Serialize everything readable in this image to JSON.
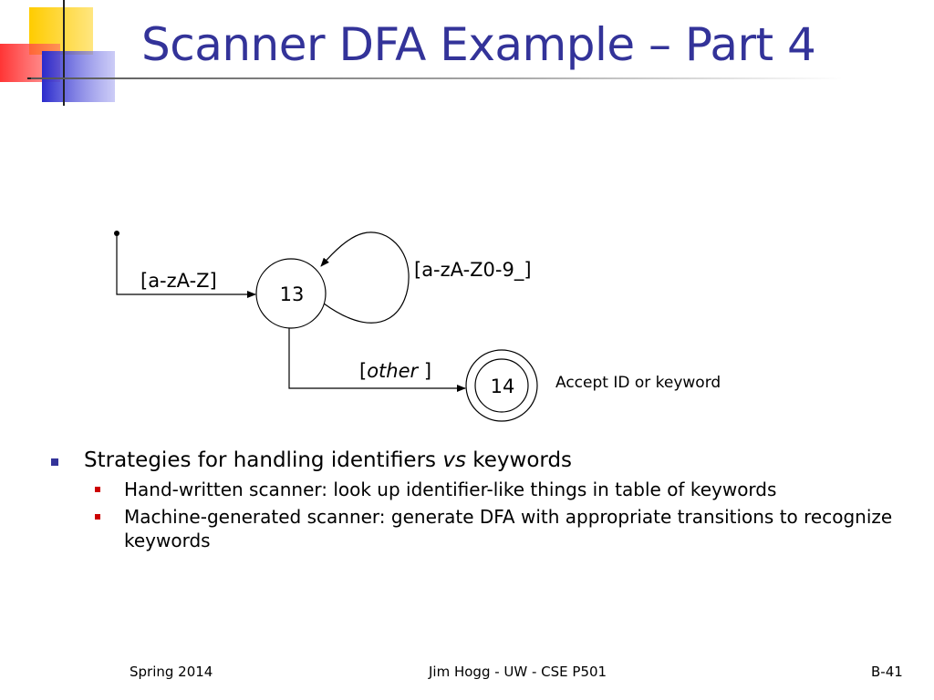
{
  "title": "Scanner DFA Example – Part 4",
  "colors": {
    "title": "#333399",
    "level1_bullet": "#333399",
    "level2_bullet": "#cc0000",
    "logo_yellow": "#ffcc00",
    "logo_blue": "#3333cc",
    "logo_red": "#ff3333"
  },
  "diagram": {
    "states": [
      {
        "id": "13",
        "label": "13",
        "accepting": false
      },
      {
        "id": "14",
        "label": "14",
        "accepting": true
      }
    ],
    "transitions": [
      {
        "from": "start",
        "to": "13",
        "label": "[a-zA-Z]"
      },
      {
        "from": "13",
        "to": "13",
        "label": "[a-zA-Z0-9_]"
      },
      {
        "from": "13",
        "to": "14",
        "label_prefix": "[",
        "label_italic": "other",
        "label_suffix": " ]"
      }
    ],
    "accept_note": "Accept ID or keyword"
  },
  "bullets": {
    "main_text_before": "Strategies for handling identifiers ",
    "main_italic": "vs",
    "main_text_after": " keywords",
    "sub": [
      "Hand-written scanner: look up identifier-like things in table of keywords",
      "Machine-generated scanner: generate DFA with appropriate transitions to recognize keywords"
    ]
  },
  "footer": {
    "left": "Spring 2014",
    "center": "Jim Hogg - UW - CSE P501",
    "right": "B-41"
  }
}
